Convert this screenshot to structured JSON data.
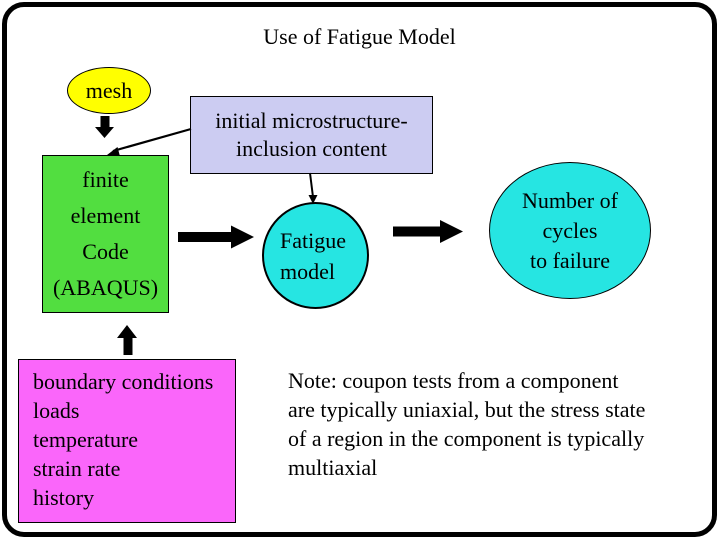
{
  "slide": {
    "title": "Use of Fatigue Model",
    "background": "#ffffff",
    "border_color": "#000000"
  },
  "colors": {
    "mesh_fill": "#ffff00",
    "microstructure_fill": "#ccccf2",
    "fe_code_fill": "#52de40",
    "fatigue_fill": "#26e5e2",
    "cycles_fill": "#26e5e2",
    "boundary_fill": "#fa66fa",
    "arrow_color": "#000000",
    "text_color": "#000000"
  },
  "nodes": {
    "mesh": {
      "label": "mesh"
    },
    "microstructure": {
      "lines": [
        "initial microstructure-",
        "inclusion content"
      ]
    },
    "fe_code": {
      "lines": [
        "finite",
        "element",
        "Code",
        "(ABAQUS)"
      ]
    },
    "fatigue_model": {
      "lines": [
        "Fatigue",
        "model"
      ]
    },
    "cycles_to_failure": {
      "lines": [
        "Number of",
        "cycles",
        "to failure"
      ]
    },
    "boundary_conditions": {
      "lines": [
        "boundary conditions",
        "loads",
        "temperature",
        "strain rate",
        "history"
      ]
    }
  },
  "note": {
    "lines": [
      "Note: coupon tests from a component",
      "are typically uniaxial, but the stress state",
      "of a region in the component is typically",
      "multiaxial"
    ]
  }
}
